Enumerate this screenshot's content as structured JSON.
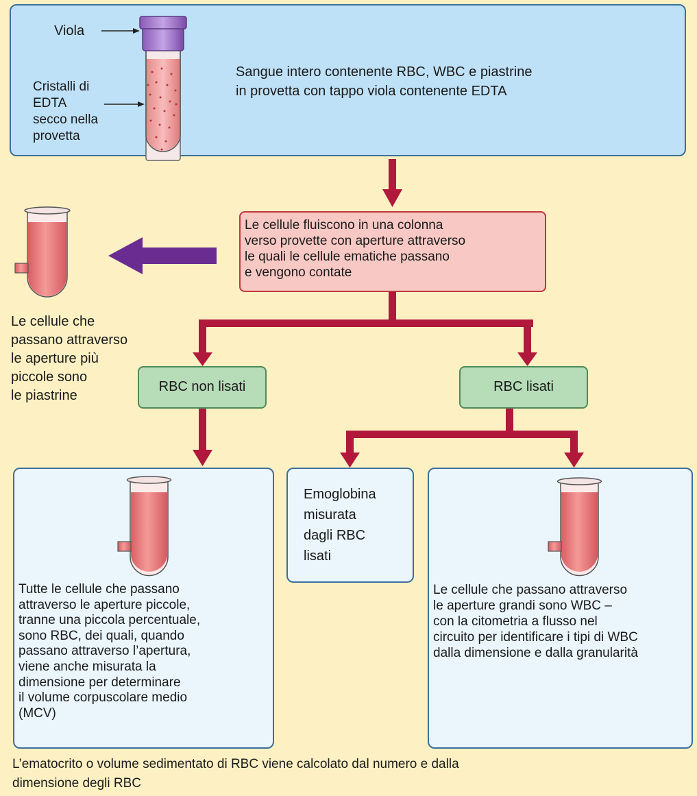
{
  "top_box": {
    "label_viola": "Viola",
    "label_crystals": "Cristalli di\nEDTA\nsecco nella\nprovetta",
    "description": "Sangue intero contenente RBC, WBC e piastrine\nin provetta con tappo viola contenente EDTA"
  },
  "flow_box": {
    "text": "Le cellule fluiscono in una colonna\nverso provette con aperture attraverso\nle quali le cellule ematiche passano\ne vengono contate"
  },
  "platelets": {
    "text": "Le cellule che\npassano attraverso\nle aperture più\npiccole sono\nle piastrine"
  },
  "branch_left": {
    "label": "RBC non lisati"
  },
  "branch_right": {
    "label": "RBC lisati"
  },
  "bottom_left": {
    "text": "Tutte le cellule che passano\nattraverso le aperture piccole,\ntranne una piccola percentuale,\nsono RBC, dei quali, quando\npassano attraverso l’apertura,\nviene anche misurata la\ndimensione per determinare\nil volume corpuscolare medio\n(MCV)"
  },
  "bottom_middle": {
    "text": "Emoglobina\nmisurata\ndagli RBC\nlisati"
  },
  "bottom_right": {
    "text": "Le cellule che passano attraverso\nle aperture grandi sono WBC –\ncon la citometria a flusso nel\ncircuito per identificare i tipi di WBC\ndalla dimensione e dalla granularità"
  },
  "footer": {
    "text": "L’ematocrito o volume sedimentato di RBC viene calcolato dal numero e dalla\ndimensione degli RBC"
  },
  "colors": {
    "background": "#fdf1c4",
    "blue_box": "#bfe1f7",
    "pale_blue_box": "#eaf5fc",
    "box_border": "#3a6f9a",
    "pink_box": "#f7c8c4",
    "green_box": "#b6dcb8",
    "arrow_red": "#b0183c",
    "arrow_purple": "#6a2c91",
    "tube_fill": "#e77a7a"
  }
}
